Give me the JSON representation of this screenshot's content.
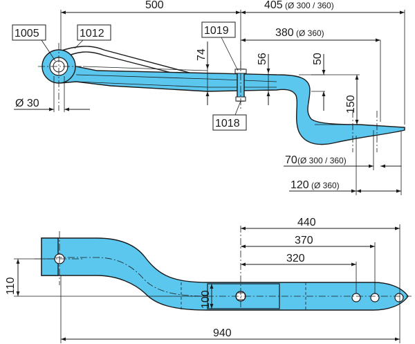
{
  "side_view": {
    "dims": {
      "length_500": "500",
      "length_405": "405",
      "length_405_note": "(Ø 300 / 360)",
      "length_380": "380",
      "length_380_note": "(Ø 360)",
      "height_74": "74",
      "height_56": "56",
      "height_50": "50",
      "height_150": "150",
      "dia_30": "Ø 30",
      "length_70": "70",
      "length_70_note": "(Ø 300 / 360)",
      "length_120": "120",
      "length_120_note": "(Ø 360)"
    },
    "parts": {
      "p1005": "1005",
      "p1012": "1012",
      "p1019": "1019",
      "p1018": "1018"
    }
  },
  "top_view": {
    "dims": {
      "length_440": "440",
      "length_370": "370",
      "length_320": "320",
      "width_110": "110",
      "width_100": "100",
      "length_940": "940"
    }
  }
}
